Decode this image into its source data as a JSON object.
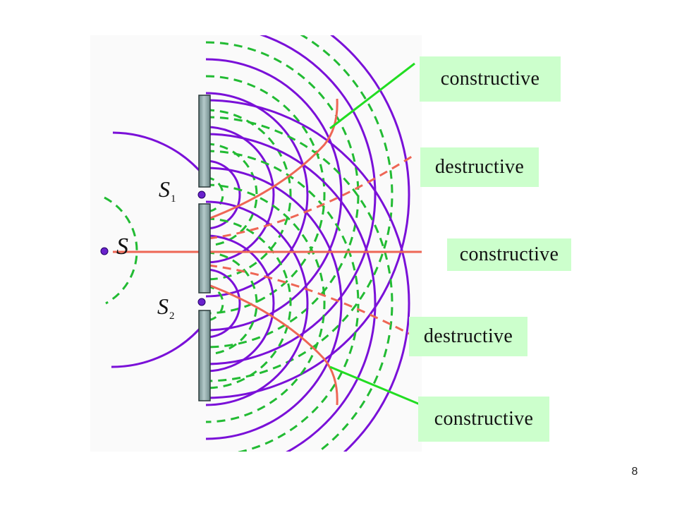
{
  "diagram": {
    "labels": {
      "constructive_top": "constructive",
      "destructive_upper": "destructive",
      "constructive_middle": "constructive",
      "destructive_lower": "destructive",
      "constructive_bottom": "constructive"
    },
    "sources": {
      "source_main": "S",
      "source_1": "S",
      "source_1_sub": "1",
      "source_2": "S",
      "source_2_sub": "2"
    },
    "colors": {
      "wave_crest": "#7a10d8",
      "wave_trough": "#22bb33",
      "interference_line": "#ee6655",
      "label_background": "#ccffcc",
      "pointer_line": "#22dd22",
      "barrier": "#8aa3a3"
    }
  },
  "slide_number": "8"
}
